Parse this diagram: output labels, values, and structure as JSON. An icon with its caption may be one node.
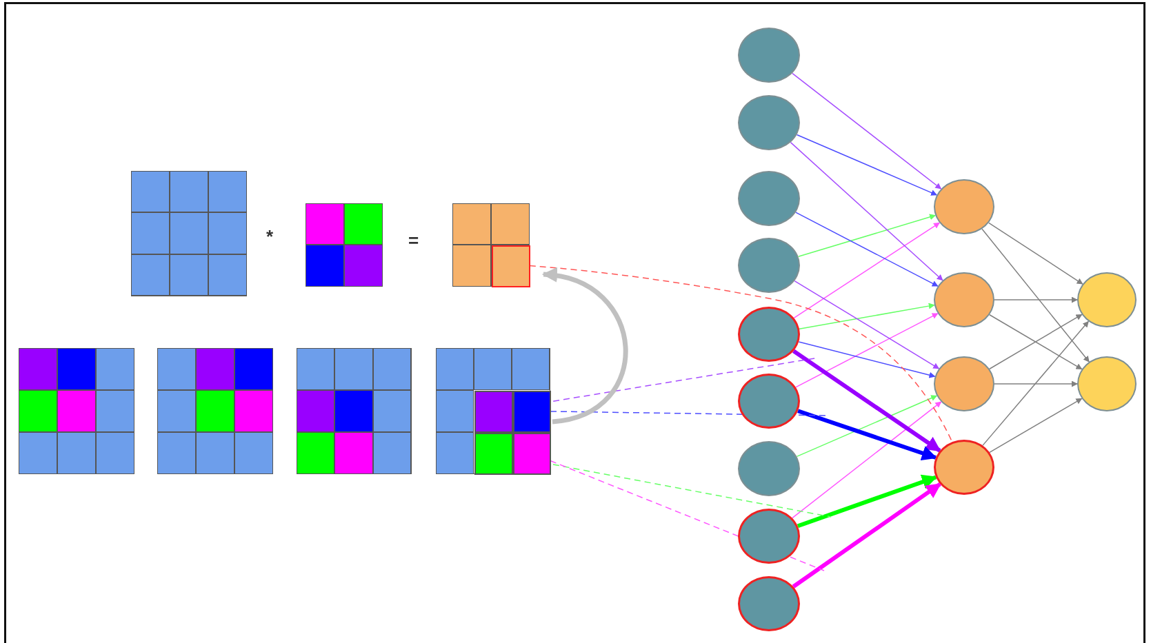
{
  "diagram": {
    "nodes": [
      {
        "text": [],
        "shape": "grid"
      },
      {
        "text": [],
        "shape": "grid"
      },
      {
        "text": [],
        "shape": "grid"
      },
      {
        "text": [],
        "shape": "box",
        "in": 2
      },
      {
        "text": [],
        "shape": "grid"
      },
      {
        "text": [],
        "shape": "grid"
      },
      {
        "text": [],
        "shape": "grid"
      },
      {
        "text": [],
        "shape": "grid"
      },
      {
        "text": [],
        "shape": "box",
        "in": 7
      },
      {
        "text": [],
        "shape": "box",
        "in": 7
      },
      {
        "text": [],
        "shape": "box",
        "in": 7
      },
      {
        "text": [],
        "shape": "box",
        "in": 7
      },
      {
        "text": [],
        "shape": "circle"
      },
      {
        "text": [],
        "shape": "circle"
      },
      {
        "text": [],
        "shape": "circle"
      },
      {
        "text": [],
        "shape": "circle"
      },
      {
        "text": [],
        "shape": "circle"
      },
      {
        "text": [],
        "shape": "circle"
      },
      {
        "text": [],
        "shape": "circle"
      },
      {
        "text": [],
        "shape": "circle"
      },
      {
        "text": [],
        "shape": "circle"
      },
      {
        "text": [],
        "shape": "circle"
      },
      {
        "text": [],
        "shape": "circle"
      },
      {
        "text": [],
        "shape": "circle"
      },
      {
        "text": [],
        "shape": "circle"
      },
      {
        "text": [],
        "shape": "circle"
      },
      {
        "text": [],
        "shape": "circle"
      }
    ],
    "edges": [
      {
        "from": 12,
        "to": 21,
        "arrow": "to",
        "color": "#a64dff"
      },
      {
        "from": 13,
        "to": 21,
        "arrow": "to",
        "color": "#4d4dff"
      },
      {
        "from": 15,
        "to": 21,
        "arrow": "to",
        "color": "#66ff66"
      },
      {
        "from": 16,
        "to": 21,
        "arrow": "to",
        "color": "#ff55ff"
      },
      {
        "from": 13,
        "to": 22,
        "arrow": "to",
        "color": "#a64dff"
      },
      {
        "from": 14,
        "to": 22,
        "arrow": "to",
        "color": "#4d4dff"
      },
      {
        "from": 16,
        "to": 22,
        "arrow": "to",
        "color": "#66ff66"
      },
      {
        "from": 17,
        "to": 22,
        "arrow": "to",
        "color": "#ff55ff"
      },
      {
        "from": 15,
        "to": 23,
        "arrow": "to",
        "color": "#a64dff"
      },
      {
        "from": 16,
        "to": 23,
        "arrow": "to",
        "color": "#4d4dff"
      },
      {
        "from": 18,
        "to": 23,
        "arrow": "to",
        "color": "#66ff66"
      },
      {
        "from": 19,
        "to": 23,
        "arrow": "to",
        "color": "#ff55ff"
      },
      {
        "from": 16,
        "to": 24,
        "arrow": "to",
        "style": "thick",
        "color": "#9900ff"
      },
      {
        "from": 17,
        "to": 24,
        "arrow": "to",
        "style": "thick",
        "color": "#0000ff"
      },
      {
        "from": 19,
        "to": 24,
        "arrow": "to",
        "style": "thick",
        "color": "#00ff00"
      },
      {
        "from": 20,
        "to": 24,
        "arrow": "to",
        "style": "thick",
        "color": "#ff00ff"
      },
      {
        "from": 21,
        "to": 25,
        "arrow": "to"
      },
      {
        "from": 21,
        "to": 26,
        "arrow": "to"
      },
      {
        "from": 22,
        "to": 25,
        "arrow": "to"
      },
      {
        "from": 22,
        "to": 26,
        "arrow": "to"
      },
      {
        "from": 23,
        "to": 25,
        "arrow": "to"
      },
      {
        "from": 23,
        "to": 26,
        "arrow": "to"
      },
      {
        "from": 24,
        "to": 25,
        "arrow": "to"
      },
      {
        "from": 24,
        "to": 26,
        "arrow": "to"
      },
      {
        "from": 8,
        "to": null,
        "arrow": "none",
        "style": "dashed",
        "color": "#a64dff"
      },
      {
        "from": 9,
        "to": null,
        "arrow": "none",
        "style": "dashed",
        "color": "#4d4dff"
      },
      {
        "from": 10,
        "to": null,
        "arrow": "none",
        "style": "dashed",
        "color": "#66ff66"
      },
      {
        "from": 11,
        "to": null,
        "arrow": "none",
        "style": "dashed",
        "color": "#ff55ff"
      },
      {
        "from": 3,
        "to": 24,
        "arrow": "none",
        "style": "dashed",
        "color": "#ff5555"
      },
      {
        "from": 7,
        "to": 2,
        "arrow": "to",
        "style": "thick",
        "color": "#c0c0c0"
      }
    ],
    "labels": [
      "*",
      "="
    ]
  }
}
